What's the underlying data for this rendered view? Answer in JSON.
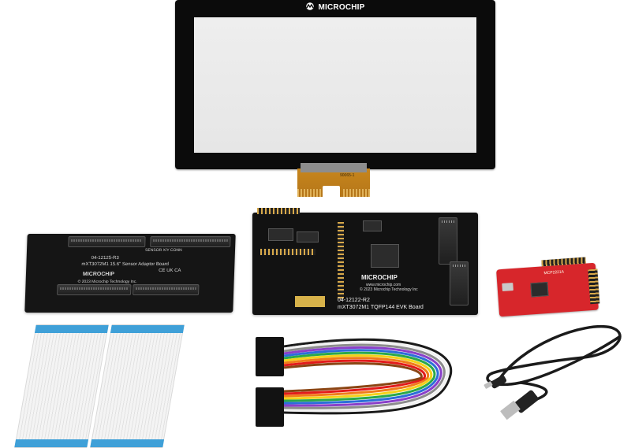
{
  "touch_panel": {
    "logo_text": "MICROCHIP",
    "flex_label": "90065-1"
  },
  "adaptor_board": {
    "part_number": "04-12125-R3",
    "name": "mXT3072M1 15.6\" Sensor Adaptor Board",
    "brand": "MICROCHIP",
    "copyright": "© 2023 Microchip Technology Inc.",
    "cert_marks": "CE UK CA",
    "connector_label": "SENSOR X/Y CONN"
  },
  "evk_board": {
    "brand": "MICROCHIP",
    "website": "www.microchip.com",
    "copyright": "© 2023 Microchip Technology Inc",
    "part_number": "04-12122-R2",
    "name": "mXT3072M1 TQFP144 EVK Board"
  },
  "debugger_board": {
    "label": "MCP2221A"
  },
  "colors": {
    "pcb_black": "#121212",
    "debugger_red": "#d7262b",
    "flex_gold": "#c7861c",
    "ffc_blue": "#3fa0d8",
    "ribbon": [
      "#8b4513",
      "#e21b1b",
      "#f07c1a",
      "#f3d21a",
      "#2aa84a",
      "#2c6ed8",
      "#8a3fc9",
      "#8c8c8c",
      "#f2f2f2",
      "#1a1a1a"
    ]
  }
}
